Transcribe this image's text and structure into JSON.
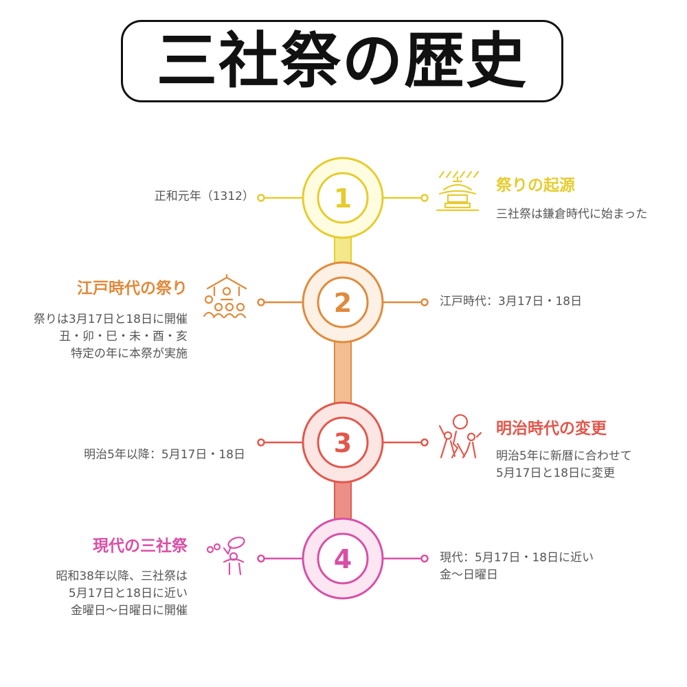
{
  "title": "三社祭の歴史",
  "colors": {
    "step1": "#E6CC2E",
    "step1_fill": "#FFFCE0",
    "step1_connector": "#F3E88A",
    "step2": "#E08A3C",
    "step2_fill": "#FDF0E4",
    "step2_connector": "#F2BE91",
    "step3": "#E2574C",
    "step3_fill": "#FCE6E4",
    "step3_connector": "#EC8F86",
    "step4": "#D94FA6",
    "step4_fill": "#FBE6F2",
    "text": "#555555"
  },
  "steps": [
    {
      "number": "1",
      "heading": "祭りの起源",
      "left_text": [
        "正和元年（1312）"
      ],
      "right_text": [
        "三社祭は鎌倉時代に始まった"
      ],
      "icon": "shrine-icon"
    },
    {
      "number": "2",
      "heading": "江戸時代の祭り",
      "left_text": [
        "祭りは3月17日と18日に開催",
        "丑・卯・巳・未・酉・亥",
        "特定の年に本祭が実施"
      ],
      "right_text": [
        "江戸時代：3月17日・18日"
      ],
      "icon": "crowd-icon"
    },
    {
      "number": "3",
      "heading": "明治時代の変更",
      "left_text": [
        "明治5年以降：5月17日・18日"
      ],
      "right_text": [
        "明治5年に新暦に合わせて",
        "5月17日と18日に変更"
      ],
      "icon": "people-celebrating-icon"
    },
    {
      "number": "4",
      "heading": "現代の三社祭",
      "left_text": [
        "昭和38年以降、三社祭は",
        "5月17日と18日に近い",
        "金曜日〜日曜日に開催"
      ],
      "right_text": [
        "現代：5月17日・18日に近い",
        "金〜日曜日"
      ],
      "icon": "person-with-fan-icon"
    }
  ]
}
